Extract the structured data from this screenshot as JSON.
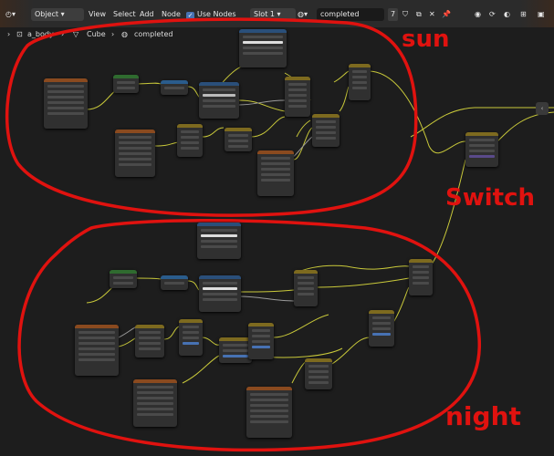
{
  "header": {
    "mode": "Object",
    "menu": [
      "View",
      "Select",
      "Add",
      "Node"
    ],
    "use_nodes_label": "Use Nodes",
    "slot": "Slot 1",
    "material": "completed",
    "user_count": "7"
  },
  "breadcrumb": {
    "object": "a_body",
    "mesh": "Cube",
    "material": "completed"
  },
  "annotations": {
    "sun": "sun",
    "switch": "Switch",
    "night": "night"
  },
  "colors": {
    "annotation": "#e0120f",
    "wire": "#c9c93a",
    "wire_gray": "#9a9a9a",
    "node_body": "#303030",
    "header_input": "#2f6b2f",
    "header_vector": "#2a5c8c",
    "header_color": "#7d6a1f",
    "header_texture": "#8a4a1f",
    "header_shader": "#3b7b3b",
    "header_converter": "#2a4f7a"
  }
}
